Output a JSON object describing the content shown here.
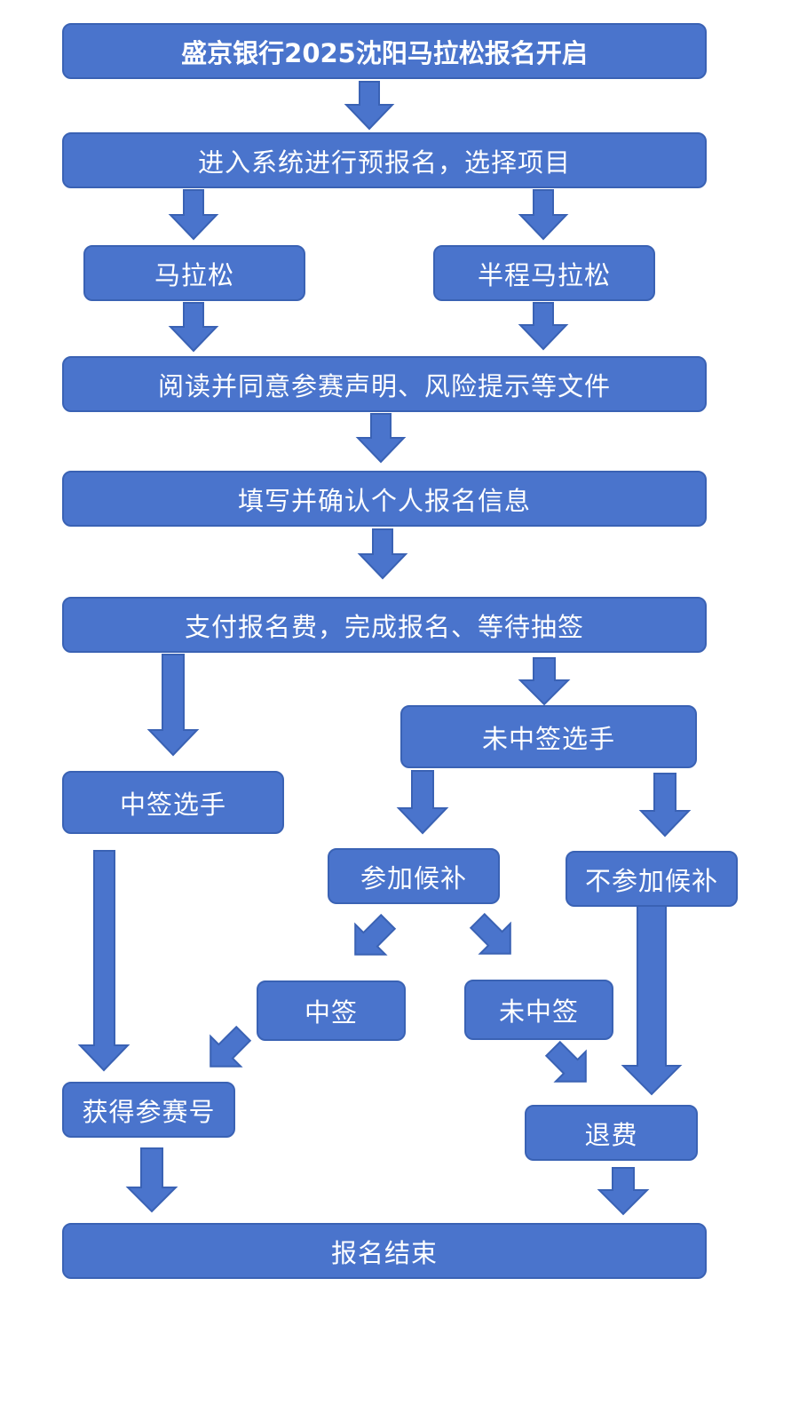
{
  "colors": {
    "box_fill": "#4a74cc",
    "box_border": "#3a62b4",
    "text": "#ffffff"
  },
  "steps": {
    "start": "盛京银行2025沈阳马拉松报名开启",
    "pre_register": "进入系统进行预报名，选择项目",
    "marathon": "马拉松",
    "half_marathon": "半程马拉松",
    "read_agree": "阅读并同意参赛声明、风险提示等文件",
    "fill_info": "填写并确认个人报名信息",
    "pay": "支付报名费，完成报名、等待抽签",
    "winner": "中签选手",
    "non_winner": "未中签选手",
    "join_waitlist": "参加候补",
    "no_waitlist": "不参加候补",
    "waitlist_win": "中签",
    "waitlist_lose": "未中签",
    "get_bib": "获得参赛号",
    "refund": "退费",
    "end": "报名结束"
  }
}
